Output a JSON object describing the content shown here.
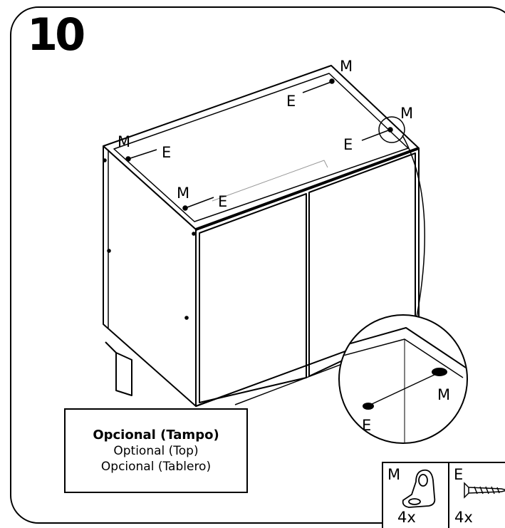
{
  "step": {
    "number": "10"
  },
  "labels": {
    "m": "M",
    "e": "E"
  },
  "note": {
    "line1": "Opcional (Tampo)",
    "line2": "Optional (Top)",
    "line3": "Opcional (Tablero)"
  },
  "parts": [
    {
      "letter": "M",
      "qty": "4x",
      "icon": "cam-lock-bracket-icon"
    },
    {
      "letter": "E",
      "qty": "4x",
      "icon": "screw-icon"
    }
  ]
}
